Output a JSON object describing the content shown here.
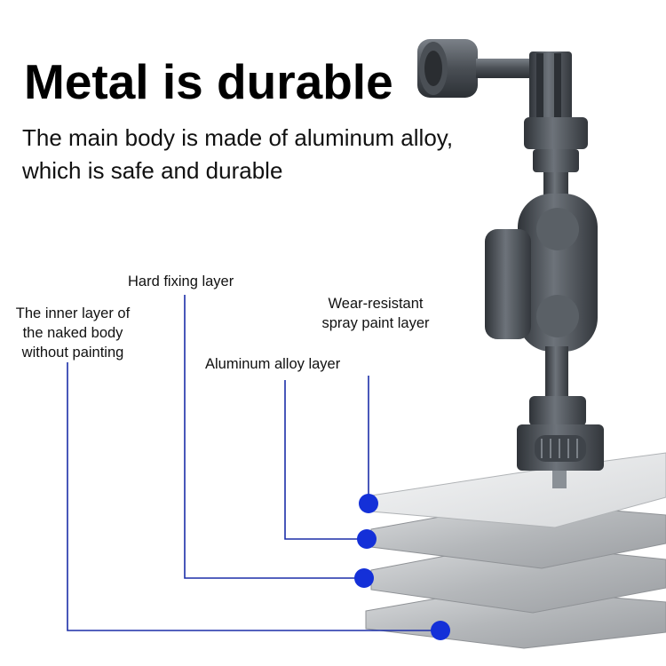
{
  "headline": "Metal is durable",
  "subtitle": {
    "line1": "The main body is made of aluminum alloy,",
    "line2": "which is safe and durable"
  },
  "callouts": {
    "hard_fixing": "Hard fixing layer",
    "inner_layer": [
      "The inner layer of",
      "the naked body",
      "without painting"
    ],
    "wear_resistant": [
      "Wear-resistant",
      "spray paint layer"
    ],
    "aluminum_alloy": "Aluminum alloy layer"
  },
  "colors": {
    "leader_line": "#1c2fa8",
    "dot": "#1430d8",
    "metal_dark": "#3a3f44",
    "metal_mid": "#5c6268",
    "metal_light": "#8a9096"
  }
}
